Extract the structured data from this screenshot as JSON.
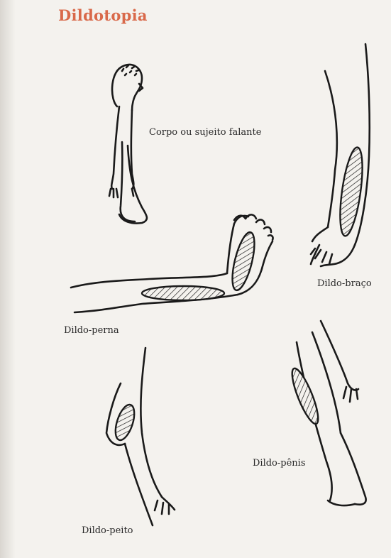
{
  "title": "Dildotopia",
  "colors": {
    "title": "#d9694a",
    "ink": "#1a1a1a",
    "paper": "#f4f2ee"
  },
  "captions": {
    "corpo": "Corpo ou sujeito falante",
    "braco": "Dildo-braço",
    "perna": "Dildo-perna",
    "penis": "Dildo-pênis",
    "peito": "Dildo-peito"
  }
}
